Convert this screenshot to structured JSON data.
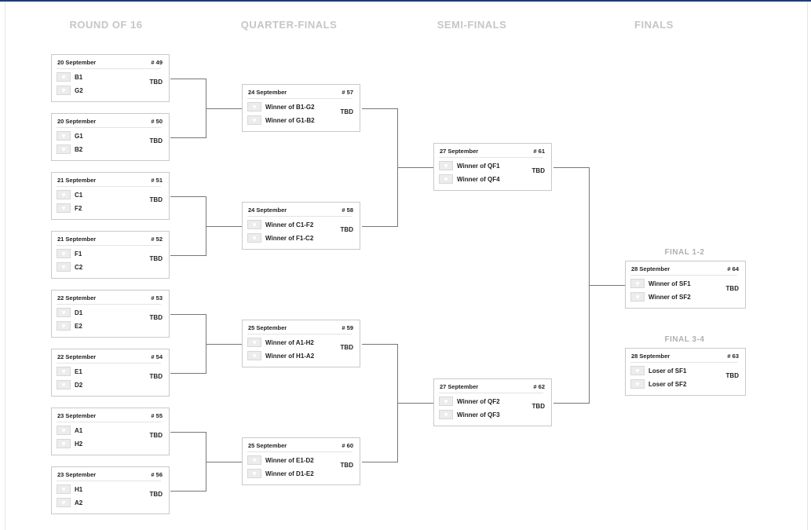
{
  "rounds": {
    "r16": "ROUND OF 16",
    "qf": "QUARTER-FINALS",
    "sf": "SEMI-FINALS",
    "finals": "FINALS"
  },
  "finals_labels": {
    "final12": "FINAL 1-2",
    "final34": "FINAL 3-4"
  },
  "matches": {
    "m49": {
      "date": "20 September",
      "number": "# 49",
      "team1": "B1",
      "team2": "G2",
      "result": "TBD"
    },
    "m50": {
      "date": "20 September",
      "number": "# 50",
      "team1": "G1",
      "team2": "B2",
      "result": "TBD"
    },
    "m51": {
      "date": "21 September",
      "number": "# 51",
      "team1": "C1",
      "team2": "F2",
      "result": "TBD"
    },
    "m52": {
      "date": "21 September",
      "number": "# 52",
      "team1": "F1",
      "team2": "C2",
      "result": "TBD"
    },
    "m53": {
      "date": "22 September",
      "number": "# 53",
      "team1": "D1",
      "team2": "E2",
      "result": "TBD"
    },
    "m54": {
      "date": "22 September",
      "number": "# 54",
      "team1": "E1",
      "team2": "D2",
      "result": "TBD"
    },
    "m55": {
      "date": "23 September",
      "number": "# 55",
      "team1": "A1",
      "team2": "H2",
      "result": "TBD"
    },
    "m56": {
      "date": "23 September",
      "number": "# 56",
      "team1": "H1",
      "team2": "A2",
      "result": "TBD"
    },
    "m57": {
      "date": "24 September",
      "number": "# 57",
      "team1": "Winner of B1-G2",
      "team2": "Winner of G1-B2",
      "result": "TBD"
    },
    "m58": {
      "date": "24 September",
      "number": "# 58",
      "team1": "Winner of C1-F2",
      "team2": "Winner of F1-C2",
      "result": "TBD"
    },
    "m59": {
      "date": "25 September",
      "number": "# 59",
      "team1": "Winner of A1-H2",
      "team2": "Winner of H1-A2",
      "result": "TBD"
    },
    "m60": {
      "date": "25 September",
      "number": "# 60",
      "team1": "Winner of E1-D2",
      "team2": "Winner of D1-E2",
      "result": "TBD"
    },
    "m61": {
      "date": "27 September",
      "number": "# 61",
      "team1": "Winner of QF1",
      "team2": "Winner of QF4",
      "result": "TBD"
    },
    "m62": {
      "date": "27 September",
      "number": "# 62",
      "team1": "Winner of QF2",
      "team2": "Winner of QF3",
      "result": "TBD"
    },
    "m64": {
      "date": "28 September",
      "number": "# 64",
      "team1": "Winner of SF1",
      "team2": "Winner of SF2",
      "result": "TBD"
    },
    "m63": {
      "date": "28 September",
      "number": "# 63",
      "team1": "Loser of SF1",
      "team2": "Loser of SF2",
      "result": "TBD"
    }
  },
  "icons": {
    "team_flag": "heart-shield-icon"
  },
  "colors": {
    "top_bar": "#1b3d7a",
    "round_title": "#c6c6c6",
    "connector": "#777777"
  }
}
